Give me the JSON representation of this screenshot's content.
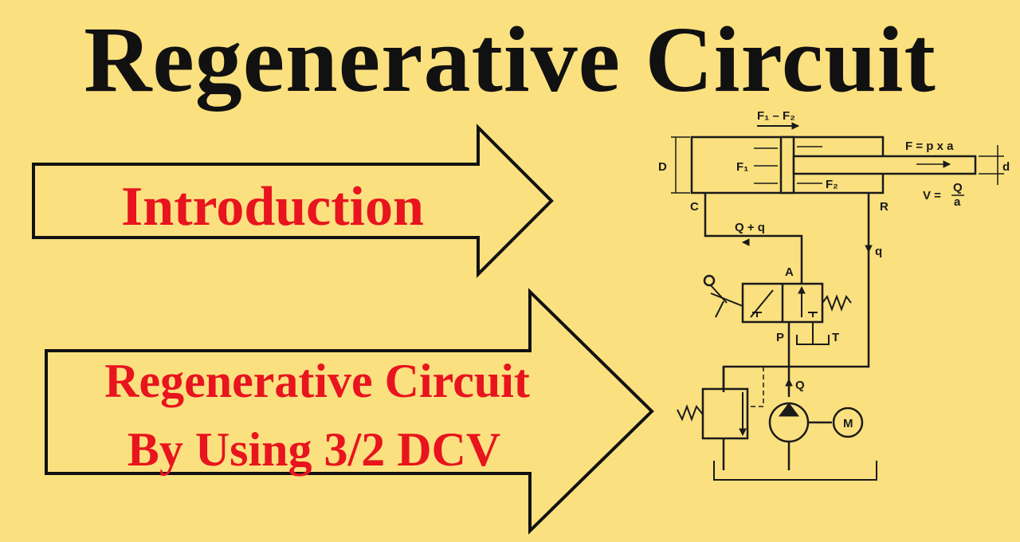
{
  "title": "Regenerative Circuit",
  "arrows": {
    "first": "Introduction",
    "second_line1": "Regenerative Circuit",
    "second_line2": "By Using 3/2 DCV"
  },
  "diagram_labels": {
    "f1_minus_f2": "F₁ – F₂",
    "D": "D",
    "F1": "F₁",
    "F2": "F₂",
    "force": "F = p x a",
    "d": "d",
    "velocity": "V =",
    "Q_num": "Q",
    "a_den": "a",
    "C": "C",
    "R": "R",
    "Q_plus_q": "Q + q",
    "q": "q",
    "A": "A",
    "P": "P",
    "T": "T",
    "Q": "Q",
    "M": "M"
  }
}
